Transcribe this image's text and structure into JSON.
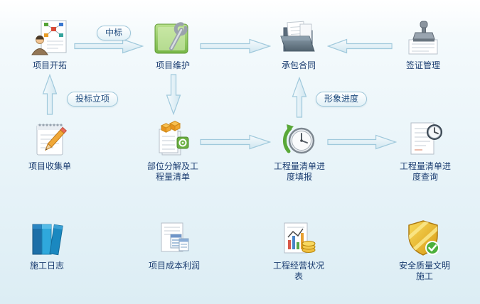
{
  "nodes": {
    "project_develop": {
      "label": "项目开拓"
    },
    "project_maintain": {
      "label": "项目维护"
    },
    "contract": {
      "label": "承包合同"
    },
    "visa_manage": {
      "label": "签证管理"
    },
    "project_collect": {
      "label": "项目收集单"
    },
    "boq_breakdown": {
      "label": "部位分解及工程量清单"
    },
    "boq_progress_fill": {
      "label": "工程量清单进度填报"
    },
    "boq_progress_query": {
      "label": "工程量清单进度查询"
    },
    "construction_log": {
      "label": "施工日志"
    },
    "project_cost_profit": {
      "label": "项目成本利润"
    },
    "operation_status": {
      "label": "工程经营状况表"
    },
    "safety_quality": {
      "label": "安全质量文明施工"
    }
  },
  "badges": {
    "win_bid": "中标",
    "bid_setup": "投标立项",
    "visual_progress": "形象进度"
  },
  "colors": {
    "label_text": "#1a3c70",
    "badge_text": "#1d4a7d",
    "badge_border": "#9cc5d8",
    "arrow_stroke": "#a0c9dc",
    "background_top": "#ffffff",
    "background_bottom": "#dcedf4"
  }
}
